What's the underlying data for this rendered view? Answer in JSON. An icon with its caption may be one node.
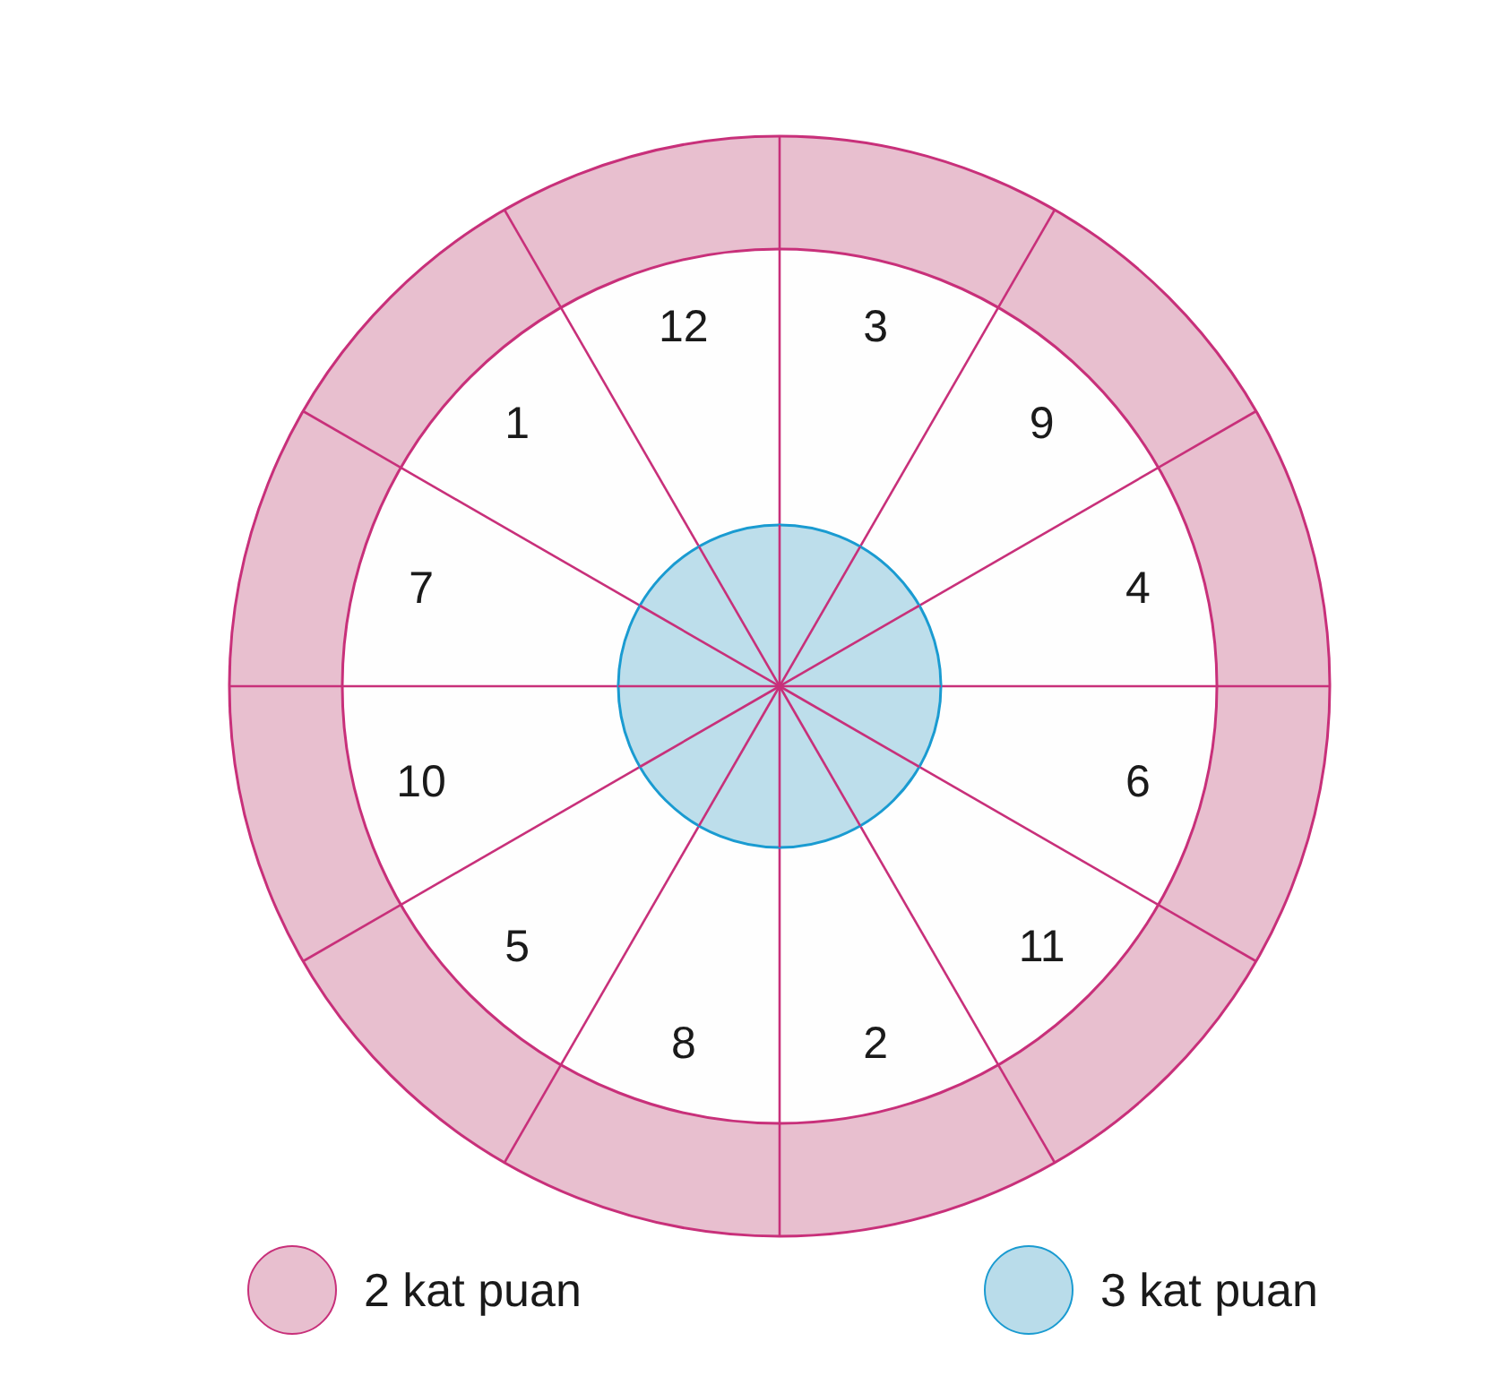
{
  "diagram": {
    "labels": [
      "12",
      "3",
      "1",
      "9",
      "7",
      "4",
      "10",
      "6",
      "5",
      "11",
      "8",
      "2"
    ],
    "legend": [
      {
        "text": "2 kat puan",
        "color": "#e8bfcf"
      },
      {
        "text": "3 kat puan",
        "color": "#b9dcea"
      }
    ]
  }
}
